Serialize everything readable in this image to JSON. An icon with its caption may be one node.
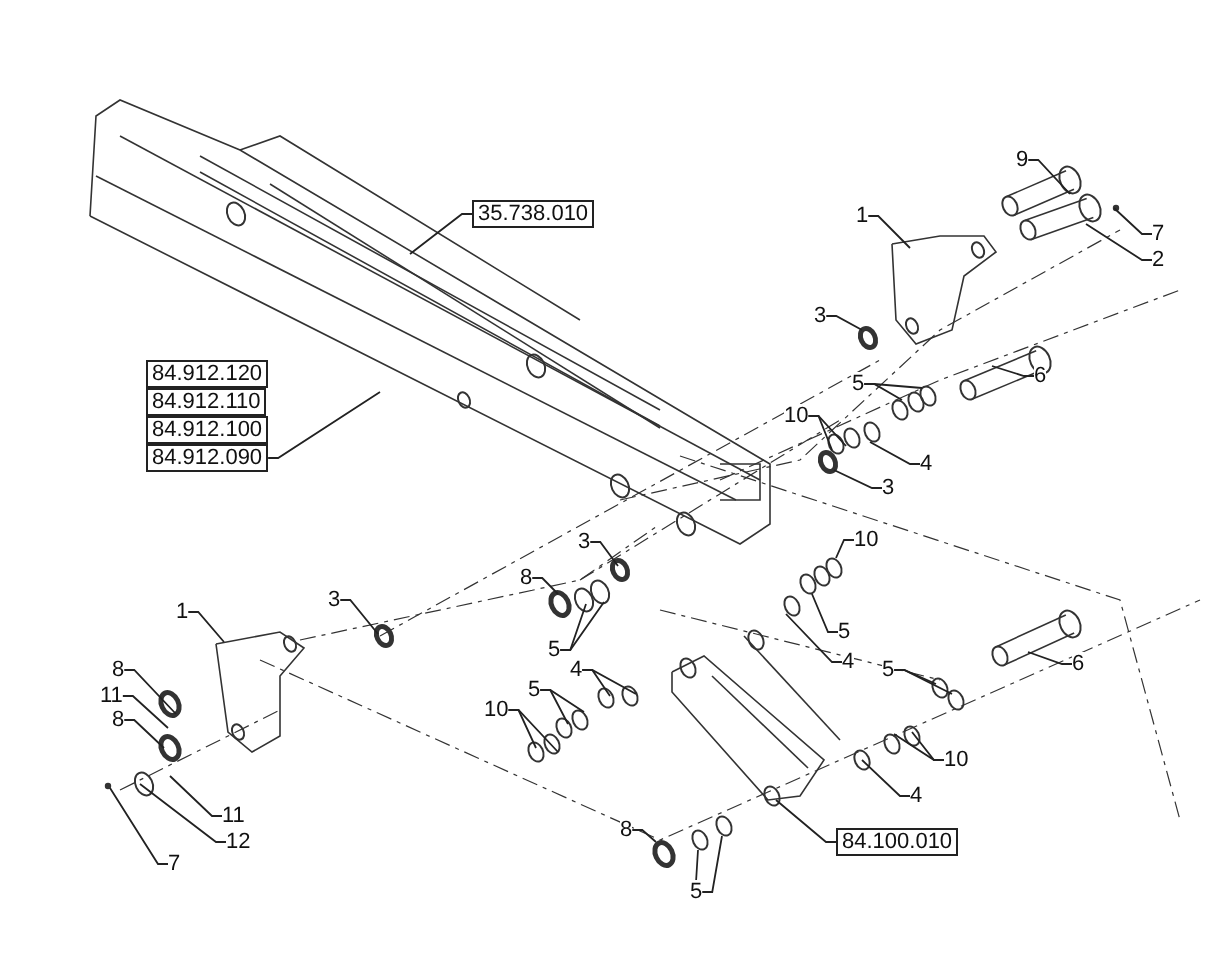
{
  "diagram": {
    "nodes": [
      {
        "text": [
          "35.738.010"
        ]
      },
      {
        "text": [
          "84.912.120"
        ]
      },
      {
        "text": [
          "84.912.110"
        ]
      },
      {
        "text": [
          "84.912.100"
        ]
      },
      {
        "text": [
          "84.912.090"
        ]
      },
      {
        "text": [
          "9"
        ]
      },
      {
        "text": [
          "1"
        ]
      },
      {
        "text": [
          "7"
        ]
      },
      {
        "text": [
          "2"
        ]
      },
      {
        "text": [
          "3"
        ]
      },
      {
        "text": [
          "5"
        ]
      },
      {
        "text": [
          "6"
        ]
      },
      {
        "text": [
          "10"
        ]
      },
      {
        "text": [
          "4"
        ]
      },
      {
        "text": [
          "3"
        ]
      },
      {
        "text": [
          "3"
        ]
      },
      {
        "text": [
          "8"
        ]
      },
      {
        "text": [
          "5"
        ]
      },
      {
        "text": [
          "3"
        ]
      },
      {
        "text": [
          "10"
        ]
      },
      {
        "text": [
          "5"
        ]
      },
      {
        "text": [
          "1"
        ]
      },
      {
        "text": [
          "4"
        ]
      },
      {
        "text": [
          "4"
        ]
      },
      {
        "text": [
          "5"
        ]
      },
      {
        "text": [
          "10"
        ]
      },
      {
        "text": [
          "8"
        ]
      },
      {
        "text": [
          "11"
        ]
      },
      {
        "text": [
          "5"
        ]
      },
      {
        "text": [
          "6"
        ]
      },
      {
        "text": [
          "8"
        ]
      },
      {
        "text": [
          "10"
        ]
      },
      {
        "text": [
          "4"
        ]
      },
      {
        "text": [
          "11"
        ]
      },
      {
        "text": [
          "84.100.010"
        ]
      },
      {
        "text": [
          "8"
        ]
      },
      {
        "text": [
          "12"
        ]
      },
      {
        "text": [
          "7"
        ]
      },
      {
        "text": [
          "5"
        ]
      }
    ],
    "edges": [
      {
        "from": 0,
        "to": null,
        "arrow": "none"
      },
      {
        "from": 4,
        "to": null,
        "arrow": "none"
      },
      {
        "from": 5,
        "to": null,
        "arrow": "none"
      },
      {
        "from": 6,
        "to": null,
        "arrow": "none"
      },
      {
        "from": 7,
        "to": null,
        "arrow": "none"
      },
      {
        "from": 8,
        "to": null,
        "arrow": "none"
      },
      {
        "from": 9,
        "to": null,
        "arrow": "none"
      },
      {
        "from": 10,
        "to": null,
        "arrow": "none"
      },
      {
        "from": 10,
        "to": null,
        "arrow": "none"
      },
      {
        "from": 11,
        "to": null,
        "arrow": "none"
      },
      {
        "from": 12,
        "to": null,
        "arrow": "none"
      },
      {
        "from": 12,
        "to": null,
        "arrow": "none"
      },
      {
        "from": 13,
        "to": null,
        "arrow": "none"
      },
      {
        "from": 14,
        "to": null,
        "arrow": "none"
      },
      {
        "from": 15,
        "to": null,
        "arrow": "none"
      },
      {
        "from": 16,
        "to": null,
        "arrow": "none"
      },
      {
        "from": 17,
        "to": null,
        "arrow": "none"
      },
      {
        "from": 17,
        "to": null,
        "arrow": "none"
      },
      {
        "from": 18,
        "to": null,
        "arrow": "none"
      },
      {
        "from": 19,
        "to": null,
        "arrow": "none"
      },
      {
        "from": 20,
        "to": null,
        "arrow": "none"
      },
      {
        "from": 21,
        "to": null,
        "arrow": "none"
      },
      {
        "from": 22,
        "to": null,
        "arrow": "none"
      },
      {
        "from": 23,
        "to": null,
        "arrow": "none"
      },
      {
        "from": 23,
        "to": null,
        "arrow": "none"
      },
      {
        "from": 24,
        "to": null,
        "arrow": "none"
      },
      {
        "from": 24,
        "to": null,
        "arrow": "none"
      },
      {
        "from": 25,
        "to": null,
        "arrow": "none"
      },
      {
        "from": 25,
        "to": null,
        "arrow": "none"
      },
      {
        "from": 26,
        "to": null,
        "arrow": "none"
      },
      {
        "from": 27,
        "to": null,
        "arrow": "none"
      },
      {
        "from": 28,
        "to": null,
        "arrow": "none"
      },
      {
        "from": 28,
        "to": null,
        "arrow": "none"
      },
      {
        "from": 29,
        "to": null,
        "arrow": "none"
      },
      {
        "from": 30,
        "to": null,
        "arrow": "none"
      },
      {
        "from": 31,
        "to": null,
        "arrow": "none"
      },
      {
        "from": 31,
        "to": null,
        "arrow": "none"
      },
      {
        "from": 32,
        "to": null,
        "arrow": "none"
      },
      {
        "from": 33,
        "to": null,
        "arrow": "none"
      },
      {
        "from": 34,
        "to": null,
        "arrow": "none"
      },
      {
        "from": 35,
        "to": null,
        "arrow": "none"
      },
      {
        "from": 36,
        "to": null,
        "arrow": "none"
      },
      {
        "from": 37,
        "to": null,
        "arrow": "none"
      },
      {
        "from": 38,
        "to": null,
        "arrow": "none"
      },
      {
        "from": 38,
        "to": null,
        "arrow": "none"
      }
    ]
  }
}
